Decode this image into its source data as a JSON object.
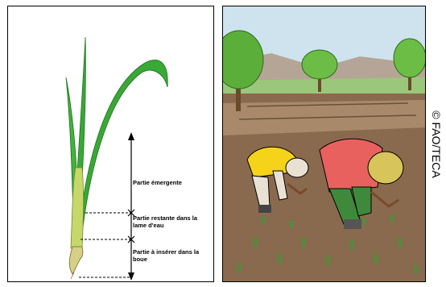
{
  "labels": {
    "emergent": "Partie émergente",
    "remaining": "Partie restante dans la lame d'eau",
    "insert": "Partie à insérer dans la boue"
  },
  "credit": "© FAO/TECA",
  "colors": {
    "leaf": "#39a935",
    "leaf_dark": "#1f6f22",
    "stem": "#c6d86a",
    "sky": "#cfe3ee",
    "shirt_yellow": "#f5d31b",
    "shirt_red": "#e8615f",
    "soil": "#8a6a4e"
  }
}
